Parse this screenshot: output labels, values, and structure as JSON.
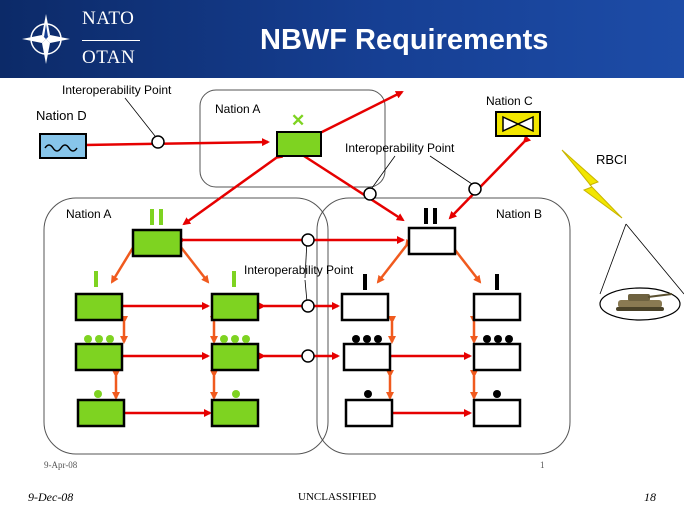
{
  "header": {
    "logo_top": "NATO",
    "logo_bottom": "OTAN",
    "title": "NBWF Requirements"
  },
  "diagram": {
    "labels": {
      "interop_top": "Interoperability Point",
      "interop_mid": "Interoperability Point",
      "interop_center": "Interoperability Point",
      "nation_d": "Nation D",
      "nation_a_top": "Nation A",
      "nation_c": "Nation C",
      "rbci": "RBCI",
      "nation_a_group": "Nation A",
      "nation_b_group": "Nation B"
    }
  },
  "footer": {
    "slide_date": "9-Apr-08",
    "slide_page": "1",
    "date": "9-Dec-08",
    "classification": "UNCLASSIFIED",
    "page": "18"
  },
  "colors": {
    "banner": "#163f93",
    "link_red": "#e60000",
    "arrow_orange": "#f05a1e",
    "unit_green": "#7ed321",
    "lightning_yellow": "#f2e600"
  }
}
